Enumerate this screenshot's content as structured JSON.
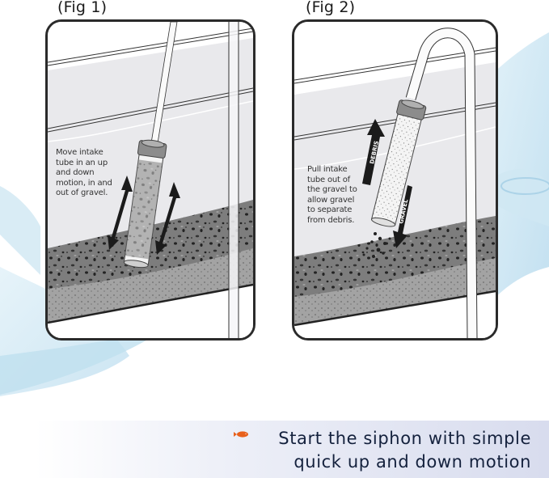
{
  "figures": [
    {
      "title": "(Fig 1)",
      "caption": [
        "Move intake",
        "tube in an up",
        "and down",
        "motion, in and",
        "out of gravel."
      ]
    },
    {
      "title": "(Fig 2)",
      "caption": [
        "Pull intake",
        "tube out of",
        "the gravel to",
        "allow gravel",
        "to separate",
        "from debris."
      ],
      "arrow_labels": {
        "up": "DEBRIS",
        "down": "GRAVEL"
      }
    }
  ],
  "banner": {
    "line1": "Start the siphon with simple",
    "line2": "quick up and down motion",
    "icon": "fish-icon"
  },
  "colors": {
    "panel_border": "#2a2a2a",
    "water": "#e9e9ec",
    "gravel_dark": "#7a7a7a",
    "gravel_light": "#9b9b9b",
    "banner_text": "#14213d",
    "fish": "#e8601c",
    "splash": "#bfe0ef"
  }
}
